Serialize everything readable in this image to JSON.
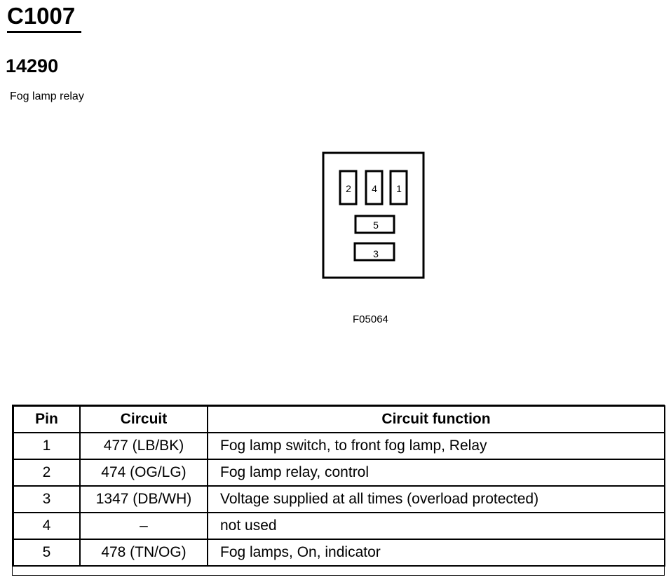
{
  "header": {
    "connector_id": "C1007",
    "part_number": "14290",
    "component_name": "Fog lamp relay"
  },
  "diagram": {
    "pins": {
      "top_row": [
        "2",
        "4",
        "1"
      ],
      "middle": "5",
      "bottom": "3"
    },
    "figure_code": "F05064"
  },
  "table": {
    "headers": {
      "pin": "Pin",
      "circuit": "Circuit",
      "function": "Circuit function"
    },
    "rows": [
      {
        "pin": "1",
        "circuit": "477 (LB/BK)",
        "function": "Fog lamp switch, to front fog lamp, Relay"
      },
      {
        "pin": "2",
        "circuit": "474 (OG/LG)",
        "function": "Fog lamp relay, control"
      },
      {
        "pin": "3",
        "circuit": "1347 (DB/WH)",
        "function": "Voltage supplied at all times (overload protected)"
      },
      {
        "pin": "4",
        "circuit": "–",
        "function": "not used"
      },
      {
        "pin": "5",
        "circuit": "478 (TN/OG)",
        "function": "Fog lamps, On, indicator"
      }
    ]
  }
}
